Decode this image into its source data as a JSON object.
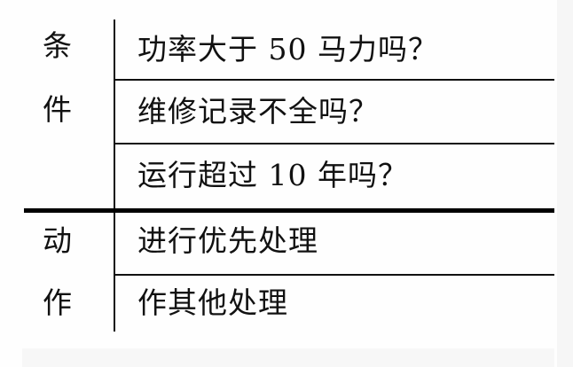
{
  "table": {
    "sections": [
      {
        "label_chars": [
          "条",
          "件"
        ],
        "rows": [
          "功率大于 50 马力吗？",
          "维修记录不全吗？",
          "运行超过 10 年吗？"
        ]
      },
      {
        "label_chars": [
          "动",
          "作"
        ],
        "rows": [
          "进行优先处理",
          "作其他处理"
        ]
      }
    ]
  }
}
